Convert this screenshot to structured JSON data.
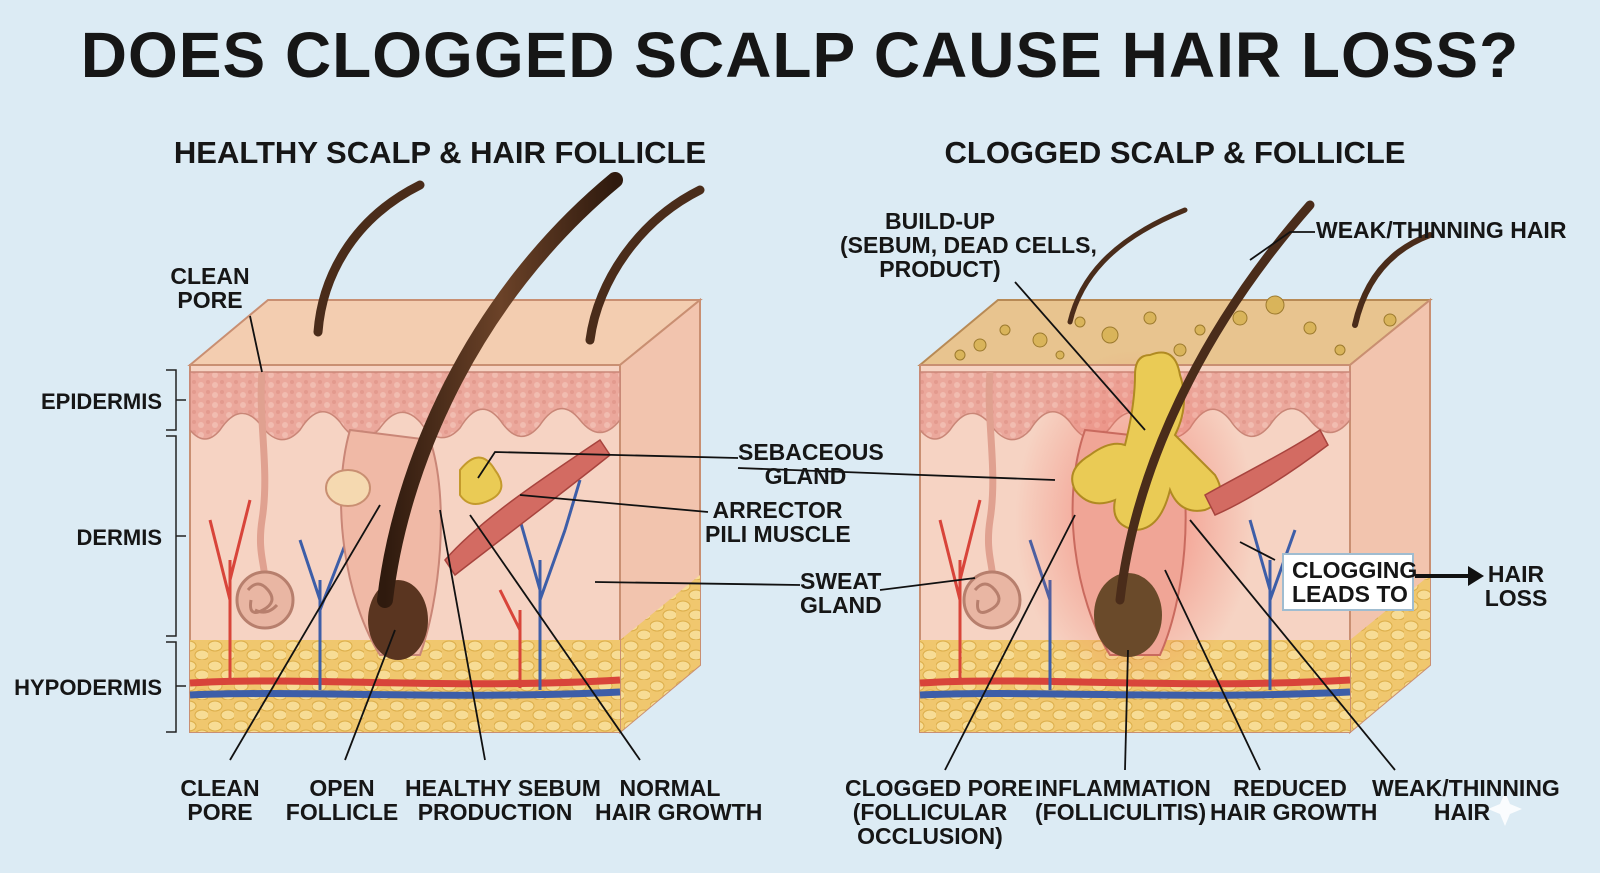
{
  "title": "DOES CLOGGED SCALP CAUSE HAIR LOSS?",
  "healthy": {
    "heading": "HEALTHY SCALP & HAIR FOLLICLE",
    "top_label": [
      "CLEAN",
      "PORE"
    ],
    "layers": [
      "EPIDERMIS",
      "DERMIS",
      "HYPODERMIS"
    ],
    "side_labels": {
      "sebaceous": [
        "SEBACEOUS",
        "GLAND"
      ],
      "arrector": [
        "ARRECTOR",
        "PILI MUSCLE"
      ],
      "sweat": [
        "SWEAT",
        "GLAND"
      ]
    },
    "bottom_labels": [
      [
        "CLEAN",
        "PORE"
      ],
      [
        "OPEN",
        "FOLLICLE"
      ],
      [
        "HEALTHY SEBUM",
        "PRODUCTION"
      ],
      [
        "NORMAL",
        "HAIR GROWTH"
      ]
    ]
  },
  "clogged": {
    "heading": "CLOGGED SCALP & FOLLICLE",
    "buildup": [
      "BUILD-UP",
      "(SEBUM, DEAD CELLS,",
      "PRODUCT)"
    ],
    "weak_top": "WEAK/THINNING HAIR",
    "callout": [
      "CLOGGING",
      "LEADS TO"
    ],
    "result": [
      "HAIR",
      "LOSS"
    ],
    "bottom_labels": [
      [
        "CLOGGED PORE",
        "(FOLLICULAR",
        "OCCLUSION)"
      ],
      [
        "INFLAMMATION",
        "(FOLLICULITIS)"
      ],
      [
        "REDUCED",
        "HAIR GROWTH"
      ],
      [
        "WEAK/THINNING",
        "HAIR"
      ]
    ]
  },
  "colors": {
    "background": "#dcebf4",
    "skin_top": "#f3cdb0",
    "epidermis": "#eba89c",
    "dermis": "#f6d3c3",
    "fat": "#f0c76e",
    "hair": "#4a2c1a",
    "artery": "#d8443a",
    "vein": "#3d5ea8",
    "sebum": "#eacb55",
    "inflammation": "#f06b5e"
  },
  "icons": [
    "sparkle-icon",
    "arrow-right-icon"
  ]
}
